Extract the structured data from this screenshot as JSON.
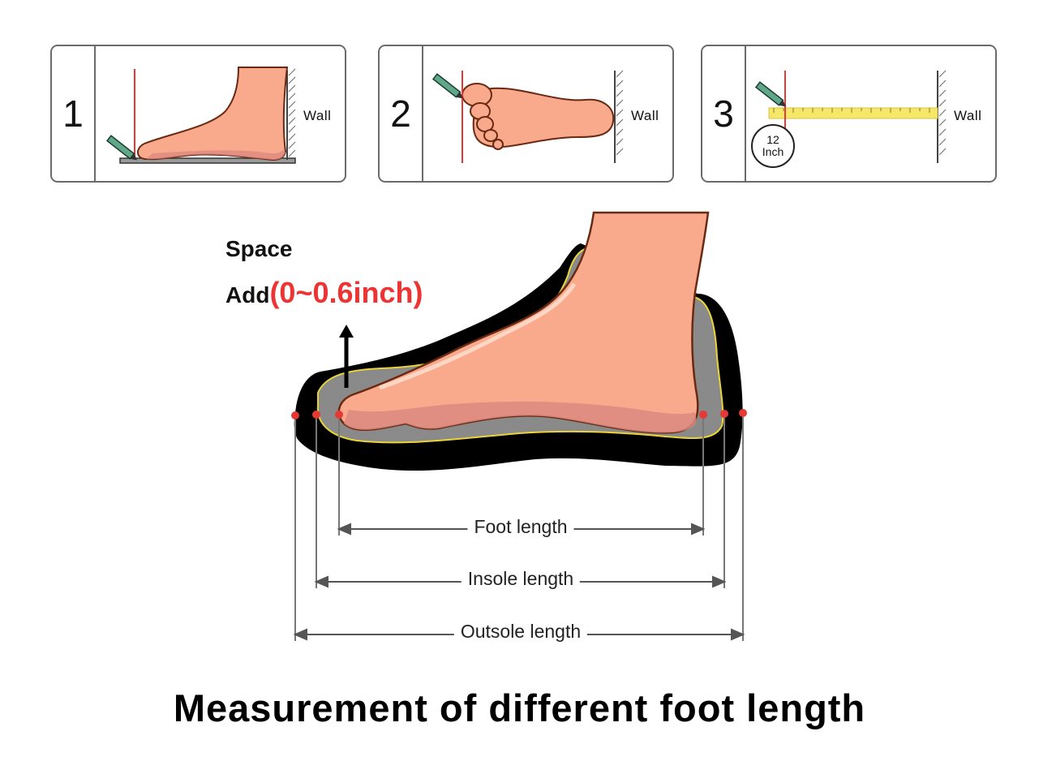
{
  "steps": [
    {
      "number": "1",
      "wall_label": "Wall"
    },
    {
      "number": "2",
      "wall_label": "Wall"
    },
    {
      "number": "3",
      "wall_label": "Wall",
      "badge_line1": "12",
      "badge_line2": "Inch"
    }
  ],
  "space_note": {
    "line1": "Space",
    "line2_prefix": "Add",
    "range": "(0~0.6inch)"
  },
  "dimensions": {
    "foot": "Foot length",
    "insole": "Insole length",
    "outsole": "Outsole length"
  },
  "title": "Measurement of different foot length",
  "colors": {
    "skin": "#f9a98c",
    "skin_shadow": "#dd8a80",
    "outline": "#6a2a12",
    "marker_red": "#e53935",
    "ruler_yellow": "#f6e66a",
    "insole_gray": "#8a8a8a",
    "insole_edge": "#e8d43a"
  }
}
